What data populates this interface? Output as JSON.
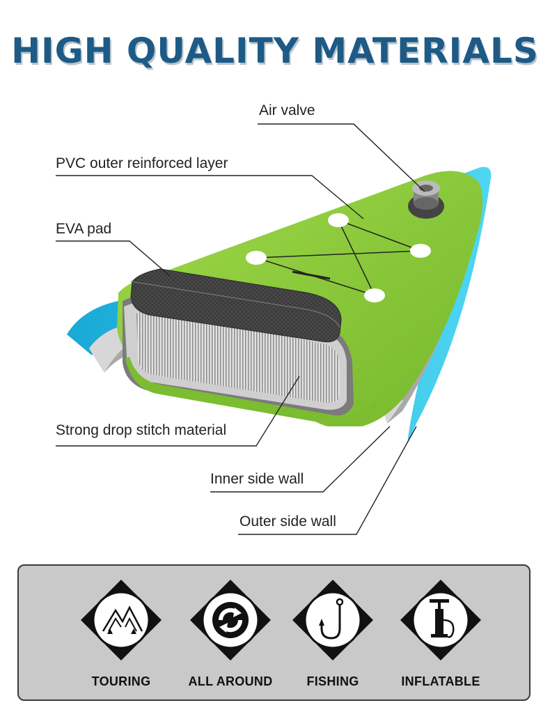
{
  "title": "HIGH QUALITY MATERIALS",
  "labels": {
    "air_valve": "Air valve",
    "pvc_layer": "PVC outer reinforced layer",
    "eva_pad": "EVA pad",
    "drop_stitch": "Strong drop stitch material",
    "inner_wall": "Inner side wall",
    "outer_wall": "Outer side wall"
  },
  "features": [
    {
      "label": "TOURING",
      "icon": "mountains-icon"
    },
    {
      "label": "ALL AROUND",
      "icon": "circular-arrows-icon"
    },
    {
      "label": "FISHING",
      "icon": "fishhook-icon"
    },
    {
      "label": "INFLATABLE",
      "icon": "pump-icon"
    }
  ],
  "colors": {
    "title": "#1d5a86",
    "board_green": "#8cc63f",
    "outer_wall": "#35c4e8",
    "panel_bg": "#c9c9c9"
  }
}
